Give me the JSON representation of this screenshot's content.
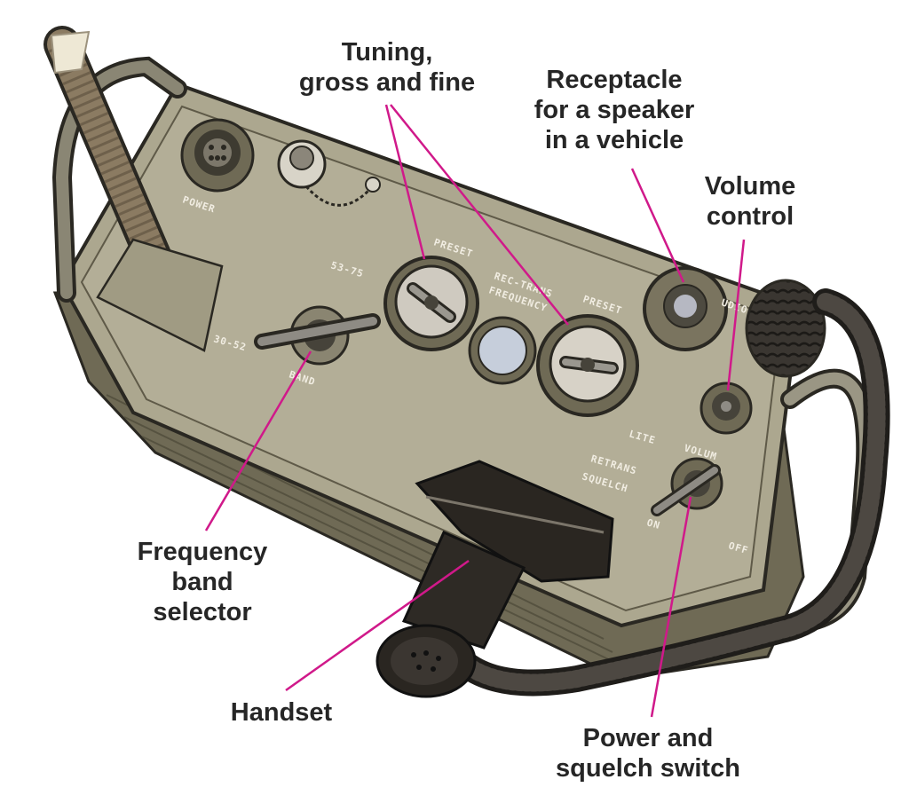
{
  "colors": {
    "leader": "#d0198a",
    "label_text": "#262626",
    "radio_body": "#948f77",
    "radio_panel": "#aca78f",
    "radio_shadow": "#6f6a55",
    "outline": "#2a2822",
    "cable": "#3a3631",
    "antenna": "#8b7b62"
  },
  "callouts": {
    "tuning": "Tuning,\ngross and fine",
    "receptacle": "Receptacle\nfor a speaker\nin a vehicle",
    "volume": "Volume\ncontrol",
    "band_selector": "Frequency\nband\nselector",
    "handset": "Handset",
    "power_squelch": "Power and\nsquelch switch"
  },
  "panel_markings": {
    "power": "POWER",
    "band_low": "30-52",
    "band_high": "53-75",
    "band": "BAND",
    "preset_left": "PRESET",
    "rec_trans": "REC-TRANS",
    "frequency": "FREQUENCY",
    "preset_right": "PRESET",
    "audio": "UDIO",
    "lite": "LITE",
    "volume": "VOLUM",
    "retrans": "RETRANS",
    "squelch": "SQUELCH",
    "on": "ON",
    "off": "OFF"
  },
  "icons": {
    "antenna": "antenna-icon",
    "connector": "power-connector-icon",
    "knob": "knob-icon",
    "handset": "handset-icon"
  }
}
